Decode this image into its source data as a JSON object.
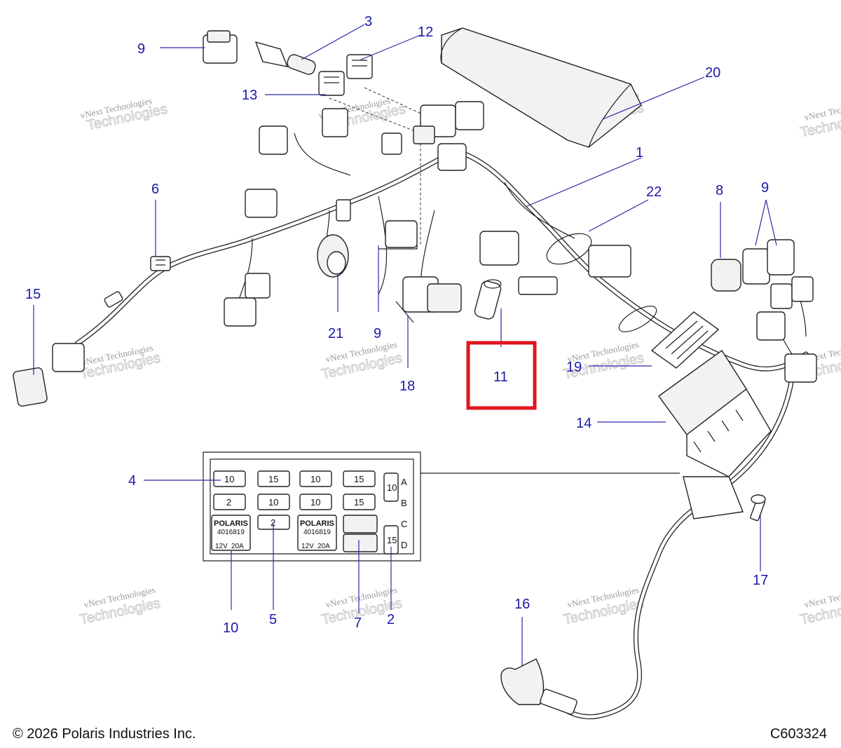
{
  "footer": {
    "copyright": "© 2026 Polaris Industries Inc.",
    "diagram_id": "C603324"
  },
  "watermark": {
    "line1": "vNext Technologies",
    "line2": "vNext",
    "line3": "Technologies"
  },
  "callouts": {
    "c1": "1",
    "c2": "2",
    "c3": "3",
    "c4": "4",
    "c5": "5",
    "c6": "6",
    "c7": "7",
    "c8": "8",
    "c9a": "9",
    "c9b": "9",
    "c9c": "9",
    "c10": "10",
    "c11": "11",
    "c12": "12",
    "c13": "13",
    "c14": "14",
    "c15": "15",
    "c16": "16",
    "c17": "17",
    "c18": "18",
    "c19": "19",
    "c20": "20",
    "c21": "21",
    "c22": "22"
  },
  "fuse_box": {
    "fuses": [
      "10",
      "15",
      "10",
      "15",
      "2",
      "10",
      "10",
      "15",
      "2"
    ],
    "side_fuses": [
      "10",
      "15"
    ],
    "slot_letters": [
      "A",
      "B",
      "C",
      "D"
    ],
    "relay_brand": "POLARIS",
    "relay_part": "4016819",
    "relay_rating_v": "12V",
    "relay_rating_a": "20A"
  },
  "colors": {
    "callout": "#1a1aa8",
    "highlight": "#e0141e"
  }
}
